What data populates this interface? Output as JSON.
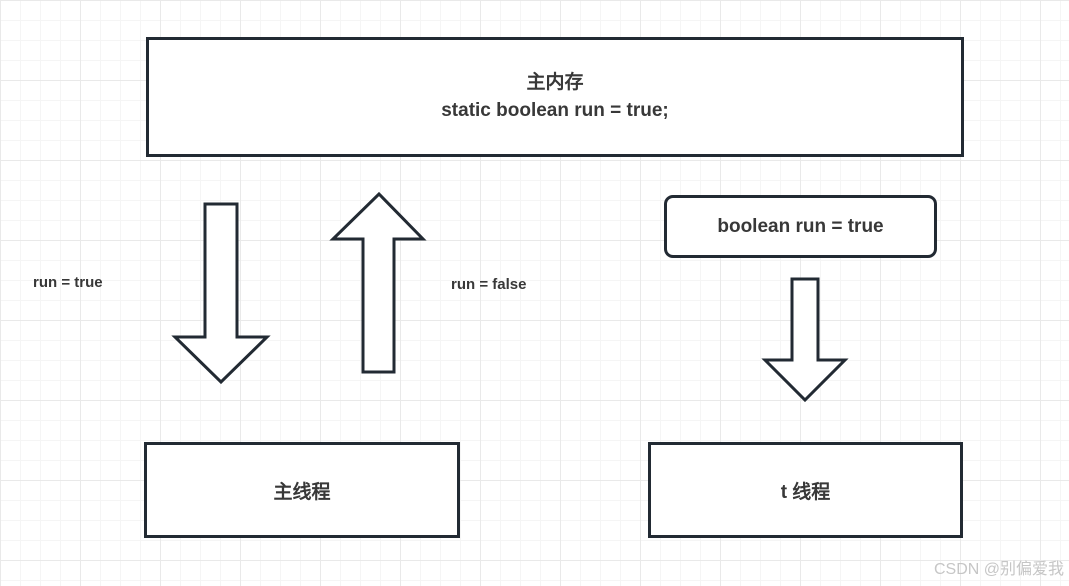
{
  "diagram": {
    "main_memory_box": {
      "title": "主内存",
      "code": "static boolean run = true;"
    },
    "left_arrow_label": "run = true",
    "up_arrow_label": "run = false",
    "t_value_box_label": "boolean run = true",
    "main_thread_box_label": "主线程",
    "t_thread_box_label": "t 线程"
  },
  "colors": {
    "outline": "#222a33",
    "text": "#383838",
    "grid_minor": "#f5f5f5",
    "grid_major": "#e9e9e9",
    "watermark": "#c6c6c6",
    "background": "#ffffff"
  },
  "watermark": {
    "text": "CSDN @别偏爱我"
  }
}
